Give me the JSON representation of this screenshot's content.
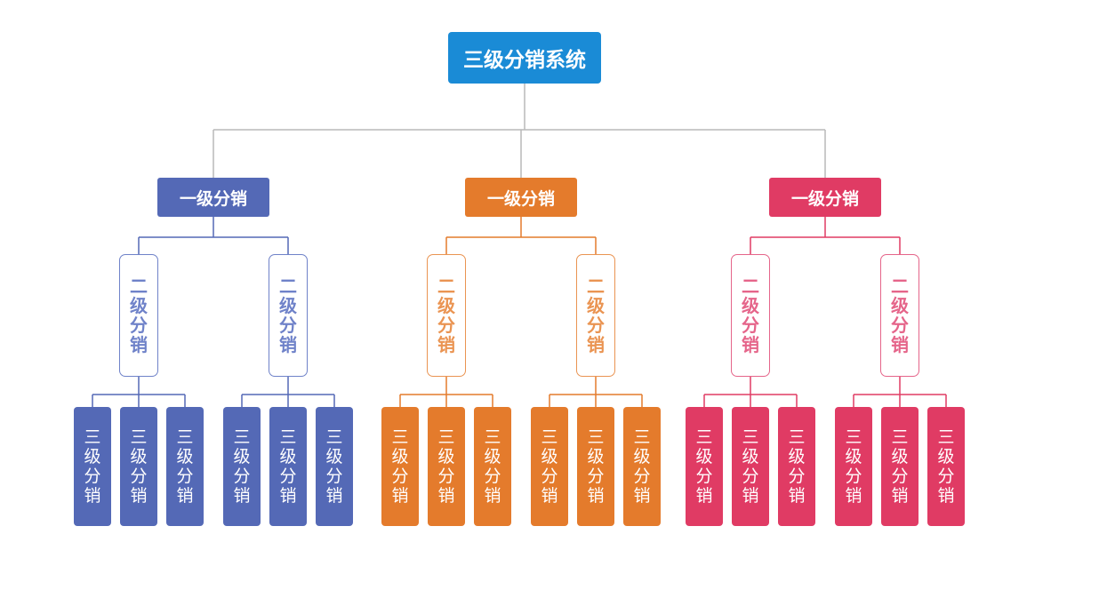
{
  "root": {
    "label": "三级分销系统",
    "color": "#1a8bd6"
  },
  "branches": [
    {
      "label": "一级分销",
      "color": "#5469b6",
      "light": "#6f82c9",
      "children": [
        {
          "label": "二级分销",
          "leaves": [
            "三级分销",
            "三级分销",
            "三级分销"
          ]
        },
        {
          "label": "二级分销",
          "leaves": [
            "三级分销",
            "三级分销",
            "三级分销"
          ]
        }
      ]
    },
    {
      "label": "一级分销",
      "color": "#e47b2c",
      "light": "#ea9452",
      "children": [
        {
          "label": "二级分销",
          "leaves": [
            "三级分销",
            "三级分销",
            "三级分销"
          ]
        },
        {
          "label": "二级分销",
          "leaves": [
            "三级分销",
            "三级分销",
            "三级分销"
          ]
        }
      ]
    },
    {
      "label": "一级分销",
      "color": "#e03b64",
      "light": "#e5658a",
      "children": [
        {
          "label": "二级分销",
          "leaves": [
            "三级分销",
            "三级分销",
            "三级分销"
          ]
        },
        {
          "label": "二级分销",
          "leaves": [
            "三级分销",
            "三级分销",
            "三级分销"
          ]
        }
      ]
    }
  ],
  "connector_color": "#b9b9b9"
}
